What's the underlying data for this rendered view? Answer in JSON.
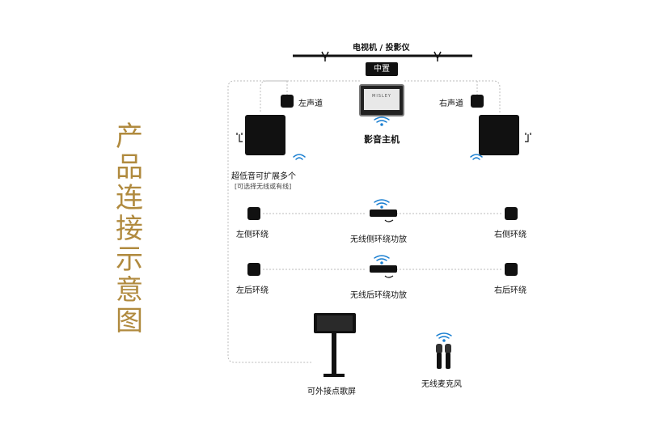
{
  "title_chars": [
    "产",
    "品",
    "连",
    "接",
    "示",
    "意",
    "图"
  ],
  "colors": {
    "title": "#b08a3e",
    "device": "#111111",
    "dotted": "#bbbbbb",
    "wave": "#1a7fd1"
  },
  "labels": {
    "tv_projector": "电视机 / 投影仪",
    "center": "中置",
    "left_channel": "左声道",
    "right_channel": "右声道",
    "host": "影音主机",
    "host_brand": "MISLEY",
    "subwoofer": "超低音可扩展多个",
    "subwoofer_note": "[可选择无线或有线]",
    "left_side": "左侧环绕",
    "right_side": "右侧环绕",
    "wireless_side_amp": "无线侧环绕功放",
    "left_rear": "左后环绕",
    "right_rear": "右后环绕",
    "wireless_rear_amp": "无线后环绕功放",
    "song_screen": "可外接点歌屏",
    "wireless_mic": "无线麦克风"
  },
  "icons": [
    "wifi-icon",
    "power-plug-icon",
    "microphone-icon",
    "touchscreen-stand-icon"
  ]
}
